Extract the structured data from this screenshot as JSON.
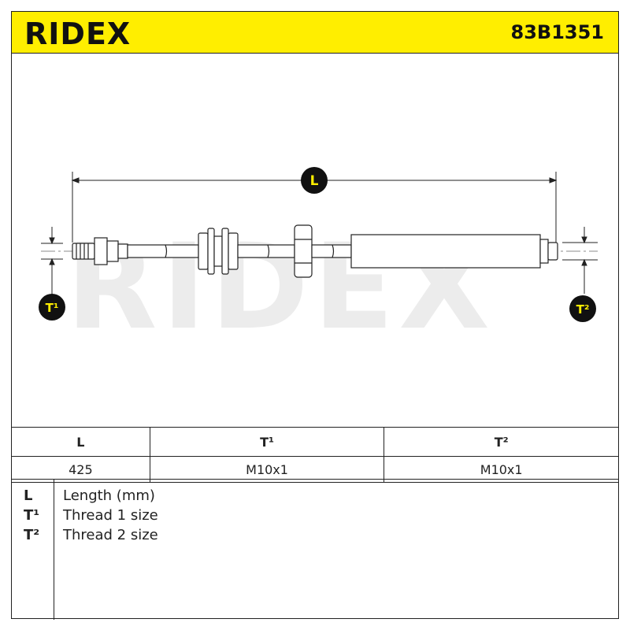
{
  "header": {
    "brand": "RIDEX",
    "part_number": "83B1351"
  },
  "drawing": {
    "watermark": "RIDEX",
    "dimension_label": "L",
    "thread1_label": "T¹",
    "thread2_label": "T²",
    "colors": {
      "badge": "#111111",
      "badge_text": "#ffee00",
      "header": "#ffee00"
    }
  },
  "table": {
    "headers": [
      "L",
      "T¹",
      "T²"
    ],
    "values": [
      "425",
      "M10x1",
      "M10x1"
    ]
  },
  "legend": [
    {
      "key": "L",
      "text": "Length (mm)"
    },
    {
      "key": "T¹",
      "text": "Thread 1 size"
    },
    {
      "key": "T²",
      "text": "Thread 2 size"
    }
  ]
}
